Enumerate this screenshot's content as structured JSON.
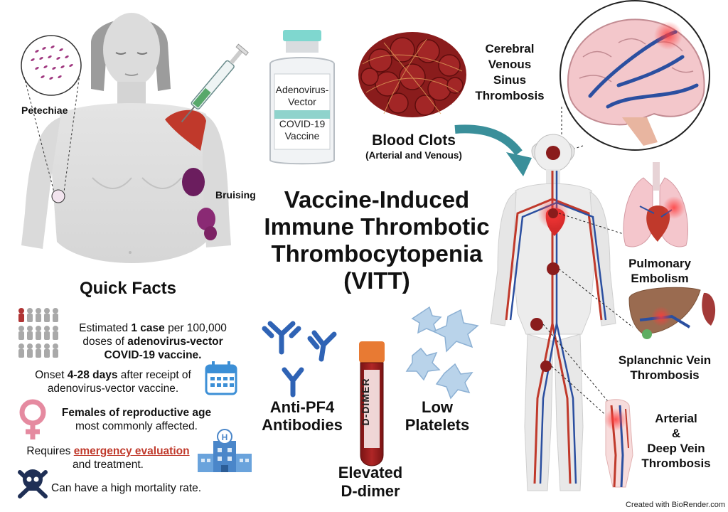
{
  "title": {
    "line1": "Vaccine-Induced",
    "line2": "Immune Thrombotic",
    "line3": "Thrombocytopenia",
    "line4": "(VITT)"
  },
  "labels": {
    "petechiae": "Petechiae",
    "bruising": "Bruising",
    "vial_line1": "Adenovirus-",
    "vial_line2": "Vector",
    "vial_line3": "COVID-19",
    "vial_line4": "Vaccine",
    "blood_clots": "Blood Clots",
    "blood_clots_sub": "(Arterial and Venous)",
    "cvst_line1": "Cerebral",
    "cvst_line2": "Venous",
    "cvst_line3": "Sinus",
    "cvst_line4": "Thrombosis",
    "pe_line1": "Pulmonary",
    "pe_line2": "Embolism",
    "svt_line1": "Splanchnic Vein",
    "svt_line2": "Thrombosis",
    "adv_line1": "Arterial",
    "adv_line2": "&",
    "adv_line3": "Deep Vein",
    "adv_line4": "Thrombosis",
    "antibodies_line1": "Anti-PF4",
    "antibodies_line2": "Antibodies",
    "tube_label": "D-DIMER",
    "ddimer_line1": "Elevated",
    "ddimer_line2": "D-dimer",
    "platelets_line1": "Low",
    "platelets_line2": "Platelets"
  },
  "quick_facts": {
    "heading": "Quick Facts",
    "fact1_a": "Estimated ",
    "fact1_b": "1 case",
    "fact1_c": " per 100,000",
    "fact1_d": "doses of ",
    "fact1_e": "adenovirus-vector",
    "fact1_f": "COVID-19 vaccine.",
    "fact2_a": "Onset ",
    "fact2_b": "4-28 days",
    "fact2_c": " after receipt of",
    "fact2_d": "adenovirus-vector vaccine.",
    "fact3_a": "Females of reproductive age",
    "fact3_b": "most commonly affected.",
    "fact4_a": "Requires ",
    "fact4_b": "emergency evaluation",
    "fact4_c": "and treatment.",
    "fact5": "Can have a high mortality rate."
  },
  "footer": "Created with BioRender.com",
  "colors": {
    "blood_red": "#9b1c1c",
    "vein_blue": "#2b4fa0",
    "teal_arrow": "#3a8f9a",
    "bruise_purple": "#6b1d5e",
    "muscle_red": "#c0392b",
    "emergency_red": "#c0392b",
    "platelet_blue": "#b9d3ea",
    "antibody_blue": "#2f63b5",
    "female_pink": "#e58aa0",
    "calendar_blue": "#3c8fd6",
    "hospital_blue": "#4a86c9",
    "skull_navy": "#1f2f55"
  },
  "icons": [
    "syringe-icon",
    "vaccine-vial-icon",
    "blood-clot-icon",
    "brain-icon",
    "lungs-icon",
    "liver-icon",
    "leg-vessels-icon",
    "antibody-icon",
    "blood-tube-icon",
    "platelet-icon",
    "people-icon",
    "calendar-icon",
    "female-symbol-icon",
    "hospital-icon",
    "skull-crossbones-icon",
    "curved-arrow-icon"
  ]
}
